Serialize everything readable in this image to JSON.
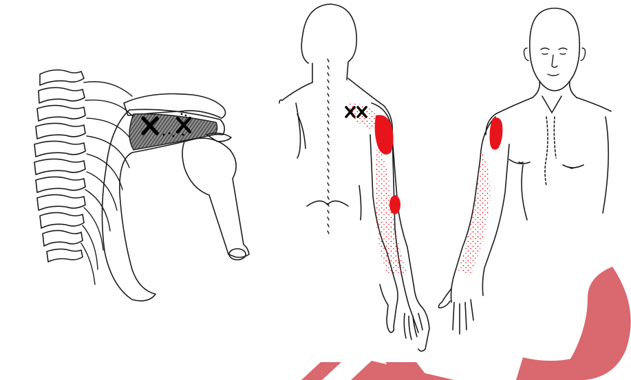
{
  "figure": {
    "panels": [
      {
        "id": "scapula-skeleton",
        "trigger_point_markers": 2
      },
      {
        "id": "posterior-body",
        "trigger_point_markers": 2
      },
      {
        "id": "anterior-body",
        "trigger_point_markers": 0
      }
    ],
    "colors": {
      "line": "#1a1a1a",
      "referral_red": "#e8141c",
      "muscle_shade": "#555555",
      "watermark": "#d9686f",
      "background": "#ffffff"
    },
    "icons": [
      "trigger-point-x-icon"
    ]
  }
}
